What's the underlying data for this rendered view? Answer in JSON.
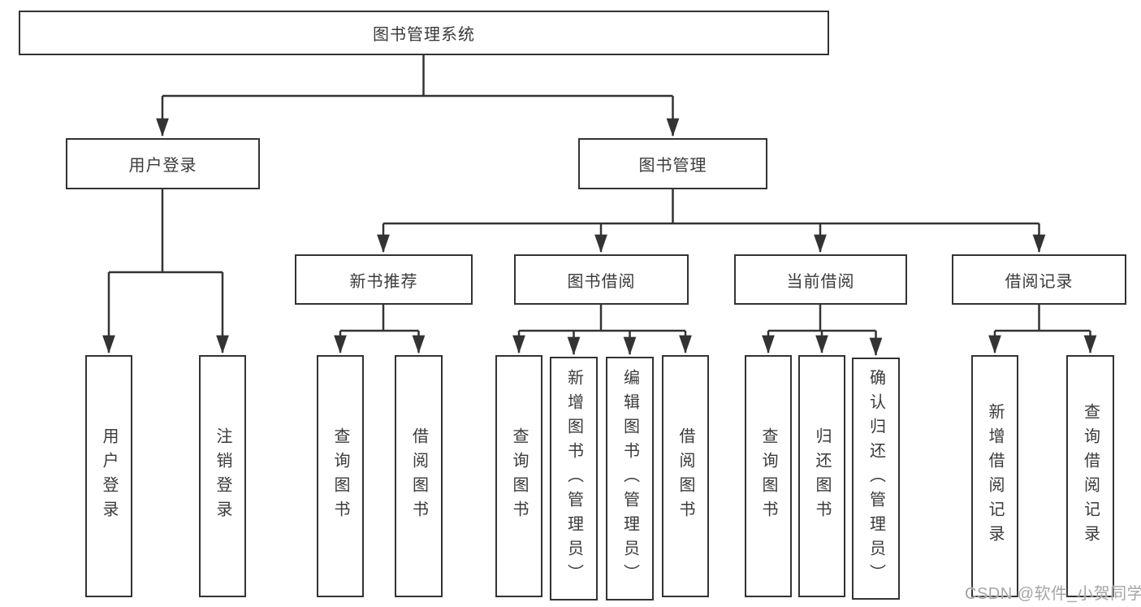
{
  "diagram": {
    "type": "hierarchy-tree",
    "title": "图书管理系统",
    "nodes": {
      "root": "图书管理系统",
      "user_login": "用户登录",
      "book_management": "图书管理",
      "new_book_recommend": "新书推荐",
      "book_borrow": "图书借阅",
      "current_borrow": "当前借阅",
      "borrow_record": "借阅记录",
      "login": "用户登录",
      "logout": "注销登录",
      "nb_query_books": "查询图书",
      "nb_borrow_books": "借阅图书",
      "bb_query_books": "查询图书",
      "bb_add_books": "新增图书（管理员）",
      "bb_edit_books": "编辑图书（管理员）",
      "bb_borrow_books": "借阅图书",
      "cb_query_books": "查询图书",
      "cb_return_books": "归还图书",
      "cb_confirm_return": "确认归还（管理员）",
      "br_add_record": "新增借阅记录",
      "br_query_record": "查询借阅记录"
    },
    "edges": [
      [
        "root",
        "user_login"
      ],
      [
        "root",
        "book_management"
      ],
      [
        "user_login",
        "login"
      ],
      [
        "user_login",
        "logout"
      ],
      [
        "book_management",
        "new_book_recommend"
      ],
      [
        "book_management",
        "book_borrow"
      ],
      [
        "book_management",
        "current_borrow"
      ],
      [
        "book_management",
        "borrow_record"
      ],
      [
        "new_book_recommend",
        "nb_query_books"
      ],
      [
        "new_book_recommend",
        "nb_borrow_books"
      ],
      [
        "book_borrow",
        "bb_query_books"
      ],
      [
        "book_borrow",
        "bb_add_books"
      ],
      [
        "book_borrow",
        "bb_edit_books"
      ],
      [
        "book_borrow",
        "bb_borrow_books"
      ],
      [
        "current_borrow",
        "cb_query_books"
      ],
      [
        "current_borrow",
        "cb_return_books"
      ],
      [
        "current_borrow",
        "cb_confirm_return"
      ],
      [
        "borrow_record",
        "br_add_record"
      ],
      [
        "borrow_record",
        "br_query_record"
      ]
    ],
    "colors": {
      "line": "#333333",
      "box_border": "#333333",
      "text": "#3a3a3a",
      "background": "#ffffff",
      "watermark": "#a5a5a5"
    }
  },
  "watermark": "CSDN @软件_小贺同学"
}
